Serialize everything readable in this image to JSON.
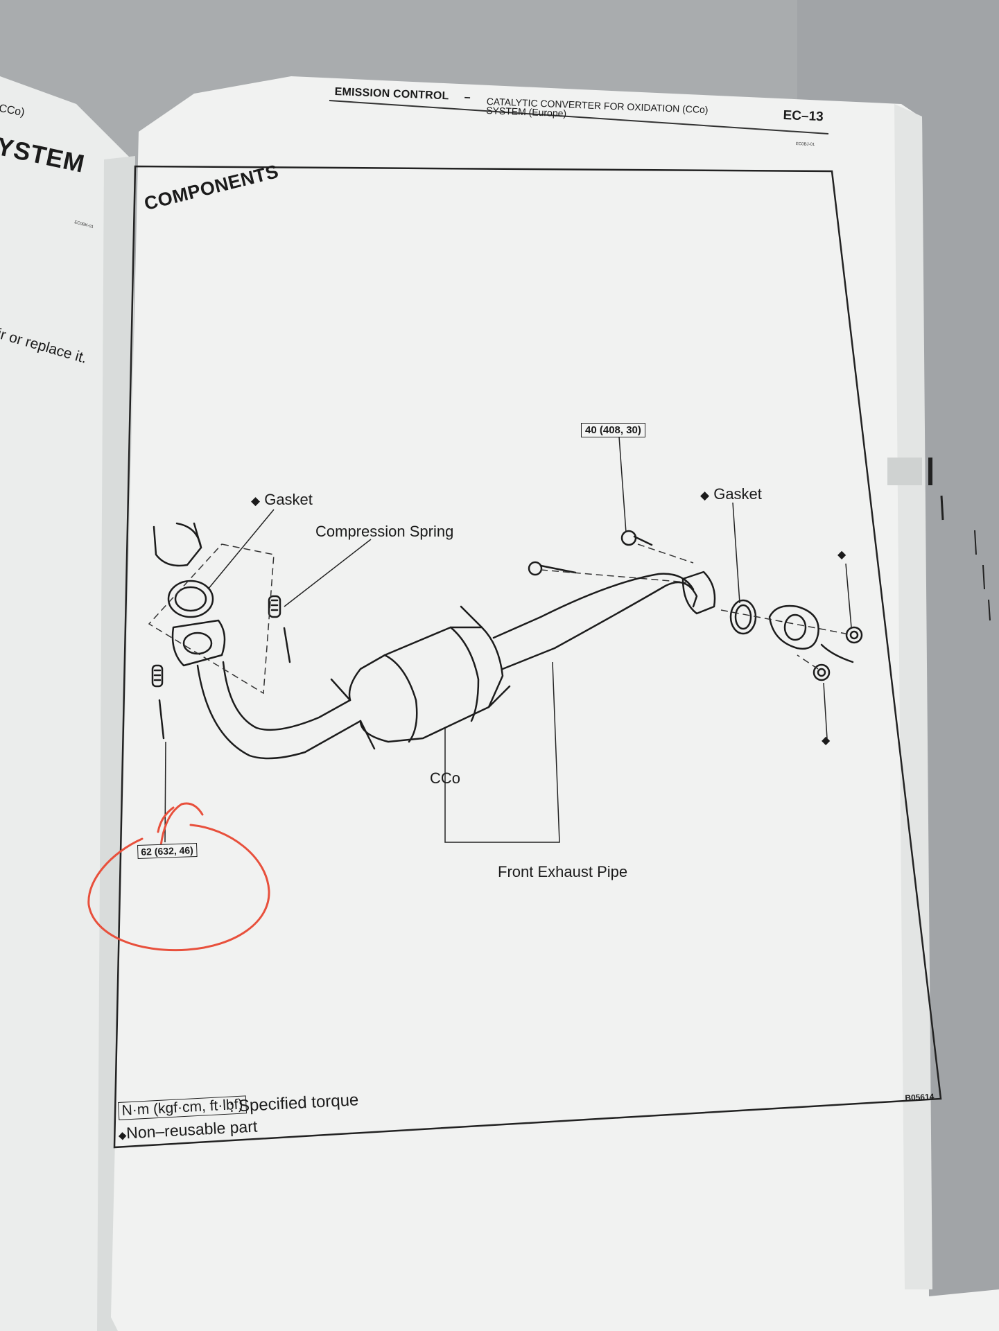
{
  "left_page": {
    "header_fragment": "CCo)",
    "title_fragment": "YSTEM",
    "code": "EC0BK-01",
    "text_fragment": "ir or replace it."
  },
  "header": {
    "section": "EMISSION CONTROL",
    "separator": "–",
    "subtitle_line1": "CATALYTIC CONVERTER FOR OXIDATION (CCo)",
    "subtitle_line2": "SYSTEM (Europe)",
    "page_number": "EC–13",
    "code": "EC0BJ-01"
  },
  "section_title": "COMPONENTS",
  "labels": {
    "gasket_left": "Gasket",
    "compression_spring": "Compression Spring",
    "gasket_right": "Gasket",
    "cco": "CCo",
    "front_exhaust_pipe": "Front Exhaust Pipe",
    "diamond": "◆"
  },
  "torques": {
    "upper": "40 (408, 30)",
    "lower": "62 (632, 46)"
  },
  "legend": {
    "box": "N·m (kgf·cm, ft·lbf)",
    "specified": ": Specified torque",
    "non_reusable": "Non–reusable part"
  },
  "figure_code": "B05614",
  "annotation": {
    "color": "#e8503c",
    "shape": "hand-drawn circle around lower torque"
  }
}
